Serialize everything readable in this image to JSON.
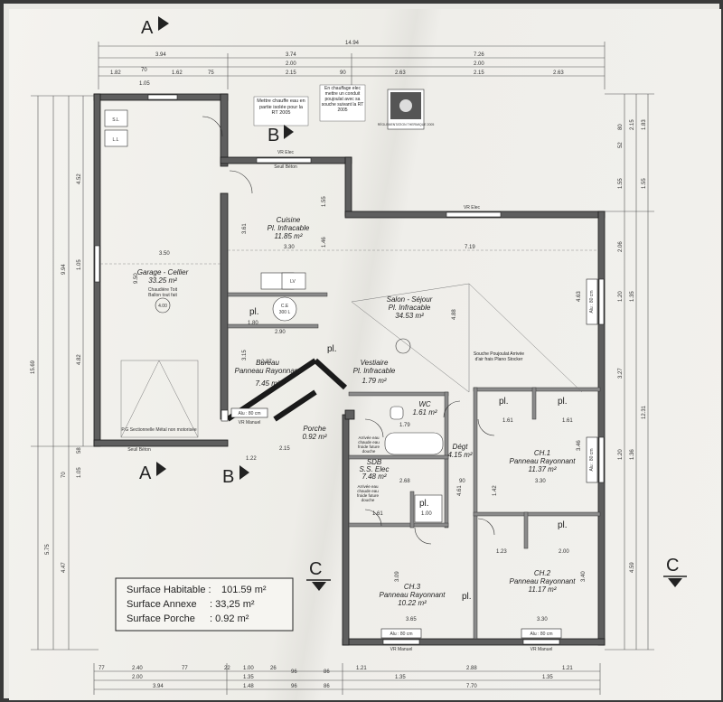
{
  "sections": {
    "a": "A",
    "b": "B",
    "c": "C"
  },
  "rooms": {
    "garage": {
      "name": "Garage - Cellier",
      "area": "33.25 m²",
      "note1": "Chaudière Toit",
      "note2": "Ballon tout fait",
      "tag": "4.00"
    },
    "cuisine": {
      "name": "Cuisine",
      "finish": "Pl. Infracable",
      "area": "11.85 m²"
    },
    "salon": {
      "name": "Salon - Séjour",
      "finish": "Pl. Infracable",
      "area": "34.53 m²"
    },
    "bureau": {
      "name": "Bureau",
      "finish": "Panneau Rayonnant",
      "area": "7.45 m²"
    },
    "vestiaire": {
      "name": "Vestiaire",
      "finish": "Pl. Infracable",
      "area": "1.79 m²"
    },
    "wc": {
      "name": "WC",
      "area": "1.61 m²"
    },
    "porche": {
      "name": "Porche",
      "area": "0.92 m²"
    },
    "sdb": {
      "name": "SDB",
      "finish": "S.S. Elec",
      "area": "7.48 m²"
    },
    "degt": {
      "name": "Dégt",
      "area": "4.15 m²"
    },
    "ch1": {
      "name": "CH.1",
      "finish": "Panneau Rayonnant",
      "area": "11.37 m²"
    },
    "ch2": {
      "name": "CH.2",
      "finish": "Panneau Rayonnant",
      "area": "11.17 m²"
    },
    "ch3": {
      "name": "CH.3",
      "finish": "Panneau Rayonnant",
      "area": "10.22 m²"
    }
  },
  "labels": {
    "sl": "S.L",
    "ll": "L.L",
    "lv": "LV",
    "ce": "C.E",
    "ce_vol": "300 L",
    "pl": "pl.",
    "vr_elec": "VR Elec",
    "seuil_beton": "Seuil Béton",
    "vr_manuel": "VR Manuel",
    "alu_80": "Alu : 80 cm",
    "porte_sectionnelle": "P.G Sectionnelle Métal non motorisée",
    "note_rt": "Mettre chauffe eau en partie isolée pour la RT 2005",
    "note_chauffage": "En chauffage elec mettre un conduit poujoulat avec sa souche suivant la RT 2005",
    "souche": "Souche Poujoulat Arrivée d'air frais Plano Stocker",
    "arrivee_eau": "Arrivée eau chaude eau froide future douche",
    "reg_logo": "RÉGLEMENTATION THERMIQUE 2005"
  },
  "summary": {
    "rows": [
      {
        "label": "Surface Habitable :",
        "value": "101.59 m²"
      },
      {
        "label": "Surface Annexe",
        "value": ": 33,25 m²"
      },
      {
        "label": "Surface Porche",
        "value": ": 0.92 m²"
      }
    ]
  },
  "dims": {
    "top": {
      "total": "14.94",
      "r1": [
        "3.94",
        "3.74",
        "7.26"
      ],
      "r2": [
        "1.05",
        "2.00",
        "2.00"
      ],
      "r3": [
        "1.82",
        "70",
        "1.62",
        "75",
        "2.15",
        "90",
        "2.63",
        "2.15",
        "2.63"
      ]
    },
    "bottom": {
      "r1": [
        "77",
        "2.40",
        "77",
        "22",
        "1.00",
        "26",
        "96",
        "86",
        "1.21",
        "2.88",
        "1.21"
      ],
      "r2": [
        "2.00",
        "1.35",
        "1.35",
        "1.35"
      ],
      "r3": [
        "3.94",
        "1.48",
        "96",
        "86",
        "7.70"
      ]
    },
    "left": [
      "9.94",
      "4.52",
      "1.05",
      "4.82",
      "58",
      "70",
      "1.05",
      "5.75",
      "4.47",
      "15.69"
    ],
    "right": [
      "80",
      "52",
      "2.15",
      "1.83",
      "1.55",
      "1.55",
      "2.06",
      "1.20",
      "1.35",
      "12.31",
      "4.59",
      "3.27",
      "1.36",
      "1.20"
    ],
    "inner": [
      "3.50",
      "3.30",
      "7.19",
      "3.61",
      "1.55",
      "1.46",
      "1.80",
      "2.90",
      "2.27",
      "3.15",
      "4.88",
      "4.63",
      "3.46",
      "1.61",
      "1.61",
      "3.30",
      "1.23",
      "2.00",
      "3.09",
      "3.40",
      "3.65",
      "3.30",
      "2.68",
      "90",
      "1.42",
      "4.61",
      "1.00",
      "1.61",
      "1.79",
      "9.50",
      "1.22",
      "2.15"
    ]
  }
}
